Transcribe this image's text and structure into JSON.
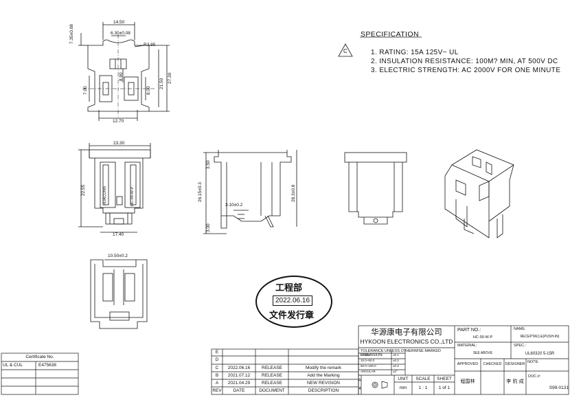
{
  "dimensions": {
    "top_view": [
      "14.50",
      "6.30±0.08",
      "7.35±0.08",
      "R3.95",
      "7.00",
      "8.90",
      "21.50",
      "27.30",
      "8.00",
      "12.70"
    ],
    "front_view": [
      "23.30",
      "22.55",
      "17.40"
    ],
    "side_view": [
      "3.50",
      "26.15±0.3",
      "28.3±0.8",
      "3.10±0.2",
      "3.00"
    ],
    "bottom_view": [
      "10.50±0.2"
    ]
  },
  "part_markings": {
    "left_pole": "HUACONN",
    "right_pole": "HC-99-W-P"
  },
  "specification": {
    "title": "SPECIFICATION",
    "symbol": "C",
    "items": [
      "1. RATING: 15A 125V~ UL",
      "2. INSULATION RESISTANCE: 100M? MIN, AT 500V DC",
      "3. ELECTRIC STRENGTH: AC 2000V FOR ONE MINUTE"
    ]
  },
  "stamp": {
    "top": "工程部",
    "date": "2022.06.16",
    "bottom": "文件发行章"
  },
  "certificate": {
    "header": "Certificate No.",
    "label": "UL & CUL",
    "number": "E475638"
  },
  "revisions": {
    "rows": [
      {
        "rev": "E",
        "date": "",
        "document": "",
        "description": ""
      },
      {
        "rev": "D",
        "date": "",
        "document": "",
        "description": ""
      },
      {
        "rev": "C",
        "date": "2022.06.16",
        "document": "RELEASE",
        "description": "Modify the remark"
      },
      {
        "rev": "B",
        "date": "2021.07.12",
        "document": "RELEASE",
        "description": "Add the Marking"
      },
      {
        "rev": "A",
        "date": "2021.04.29",
        "document": "RELEASE",
        "description": "NEW REVISION"
      }
    ],
    "header": {
      "rev": "REV",
      "date": "DATE",
      "document": "DOCUMENT",
      "description": "DESCRIPTION"
    }
  },
  "title_block": {
    "company_cn": "华源康电子有限公司",
    "company_en": "HYKOON ELECTRONICS CO.,LTD",
    "tolerance": "TOLERANCE UNLESS OTHERWISE MARKED DIMENSION:",
    "tolerances": [
      [
        "0~10.0",
        "±0.1"
      ],
      [
        "10.0~50.0",
        "±0.2"
      ],
      [
        "50.0~100.0",
        "±0.3"
      ],
      [
        "ANGULAR",
        "±2°"
      ]
    ],
    "unit_label": "UNIT",
    "unit": "mm",
    "scale_label": "SCALE",
    "scale": "1 : 1",
    "sheet_label": "SHEET",
    "sheet": "1 of 1",
    "proj_a": "A",
    "proj_4": "4",
    "part_no_label": "PART NO.:",
    "part_no": "HC-99-W-P",
    "name_label": "NAME:",
    "name": "RECEPTACLE(PUSH-IN)",
    "material_label": "MATERIAL:",
    "material": "SEE ABOVE",
    "spec_label": "SPEC.:",
    "spec": "UL60320 5-15R",
    "approved_label": "APPROVED",
    "checked_label": "CHECKED",
    "designer_label": "DESIGNER",
    "note_label": "NOTE:",
    "approved": "程国林",
    "designer": "李 豹 成",
    "doc_label": "DOC.#:",
    "doc": "S99-0131"
  }
}
